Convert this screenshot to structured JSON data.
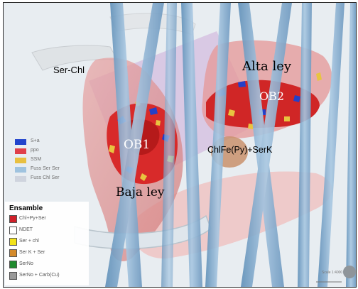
{
  "labels": {
    "ser_chl": "Ser-Chl",
    "alta_ley": "Alta ley",
    "ob2": "OB2",
    "ob1": "OB1",
    "chlfe": "ChlFe(Py)+SerK",
    "baja_ley": "Baja ley"
  },
  "legend_top": [
    {
      "label": "S+a",
      "color": "#2244cc"
    },
    {
      "label": "ppo",
      "color": "#e0404a"
    },
    {
      "label": "SSM",
      "color": "#e8c040"
    },
    {
      "label": "Fuss Ser Ser",
      "color": "#9fc3df"
    },
    {
      "label": "Fuss Chl Ser",
      "color": "#cfd4de"
    }
  ],
  "ensamble": {
    "title": "Ensamble",
    "items": [
      {
        "label": "Chl+Py+Ser",
        "color": "#d0202a"
      },
      {
        "label": "NDET",
        "color": "#ffffff"
      },
      {
        "label": "Ser + chl",
        "color": "#f2e21a"
      },
      {
        "label": "Ser K + Ser",
        "color": "#d48a2a"
      },
      {
        "label": "SerNo",
        "color": "#1f8a2e"
      },
      {
        "label": "SerNo + Carb(Cu)",
        "color": "#9a9a9a"
      }
    ]
  },
  "scale_text": "Scale 1:4000"
}
